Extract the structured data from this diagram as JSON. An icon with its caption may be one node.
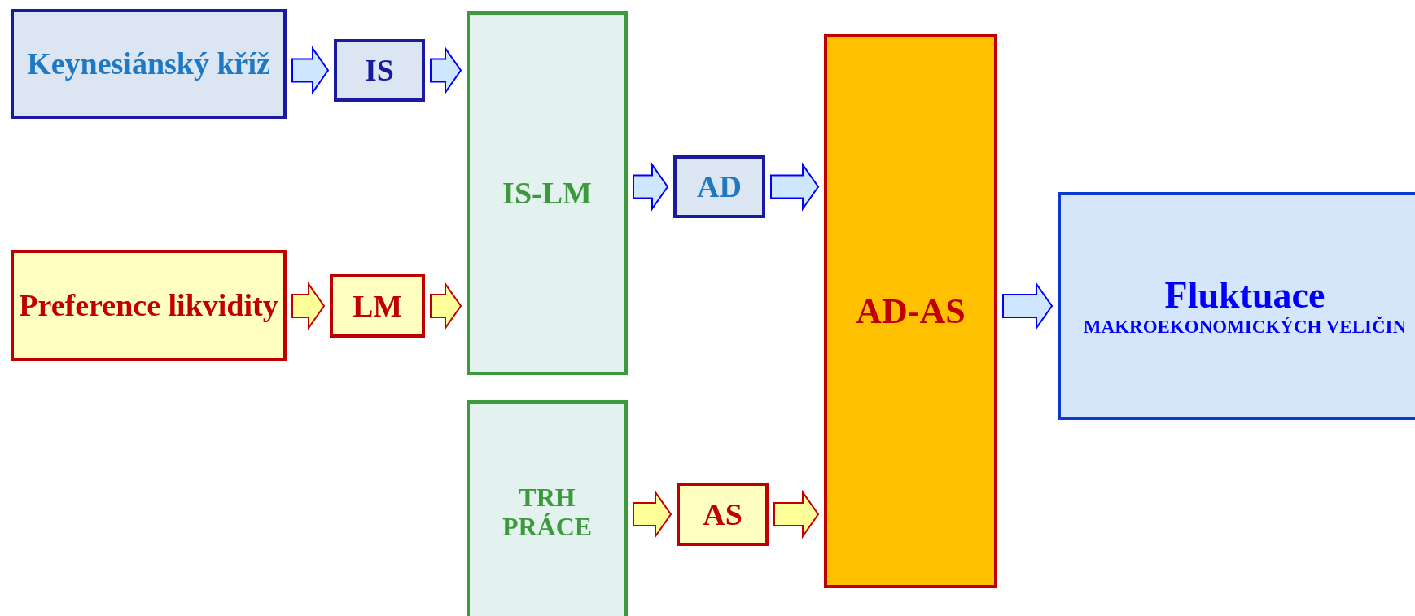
{
  "diagram": {
    "nodes": [
      {
        "text": [
          "Keynesiánský kříž"
        ]
      },
      {
        "text": [
          "IS"
        ]
      },
      {
        "text": [
          "IS-LM"
        ]
      },
      {
        "text": [
          "Preference likvidity"
        ]
      },
      {
        "text": [
          "LM"
        ]
      },
      {
        "text": [
          "AD"
        ]
      },
      {
        "text": [
          "TRH PRÁCE"
        ]
      },
      {
        "text": [
          "AS"
        ]
      },
      {
        "text": [
          "AD-AS"
        ]
      },
      {
        "text": [
          "Fluktuace",
          "MAKROEKONOMICKÝCH VELIČIN"
        ]
      }
    ],
    "edges": [
      {
        "from": 0,
        "to": 1,
        "arrow": "to"
      },
      {
        "from": 1,
        "to": 2,
        "arrow": "to"
      },
      {
        "from": 3,
        "to": 4,
        "arrow": "to",
        "color": "#c00000"
      },
      {
        "from": 4,
        "to": 2,
        "arrow": "to",
        "color": "#c00000"
      },
      {
        "from": 2,
        "to": 5,
        "arrow": "to"
      },
      {
        "from": 5,
        "to": 8,
        "arrow": "to"
      },
      {
        "from": 6,
        "to": 7,
        "arrow": "to",
        "color": "#c00000"
      },
      {
        "from": 7,
        "to": 8,
        "arrow": "to",
        "color": "#c00000"
      },
      {
        "from": 8,
        "to": 9,
        "arrow": "to"
      }
    ]
  }
}
